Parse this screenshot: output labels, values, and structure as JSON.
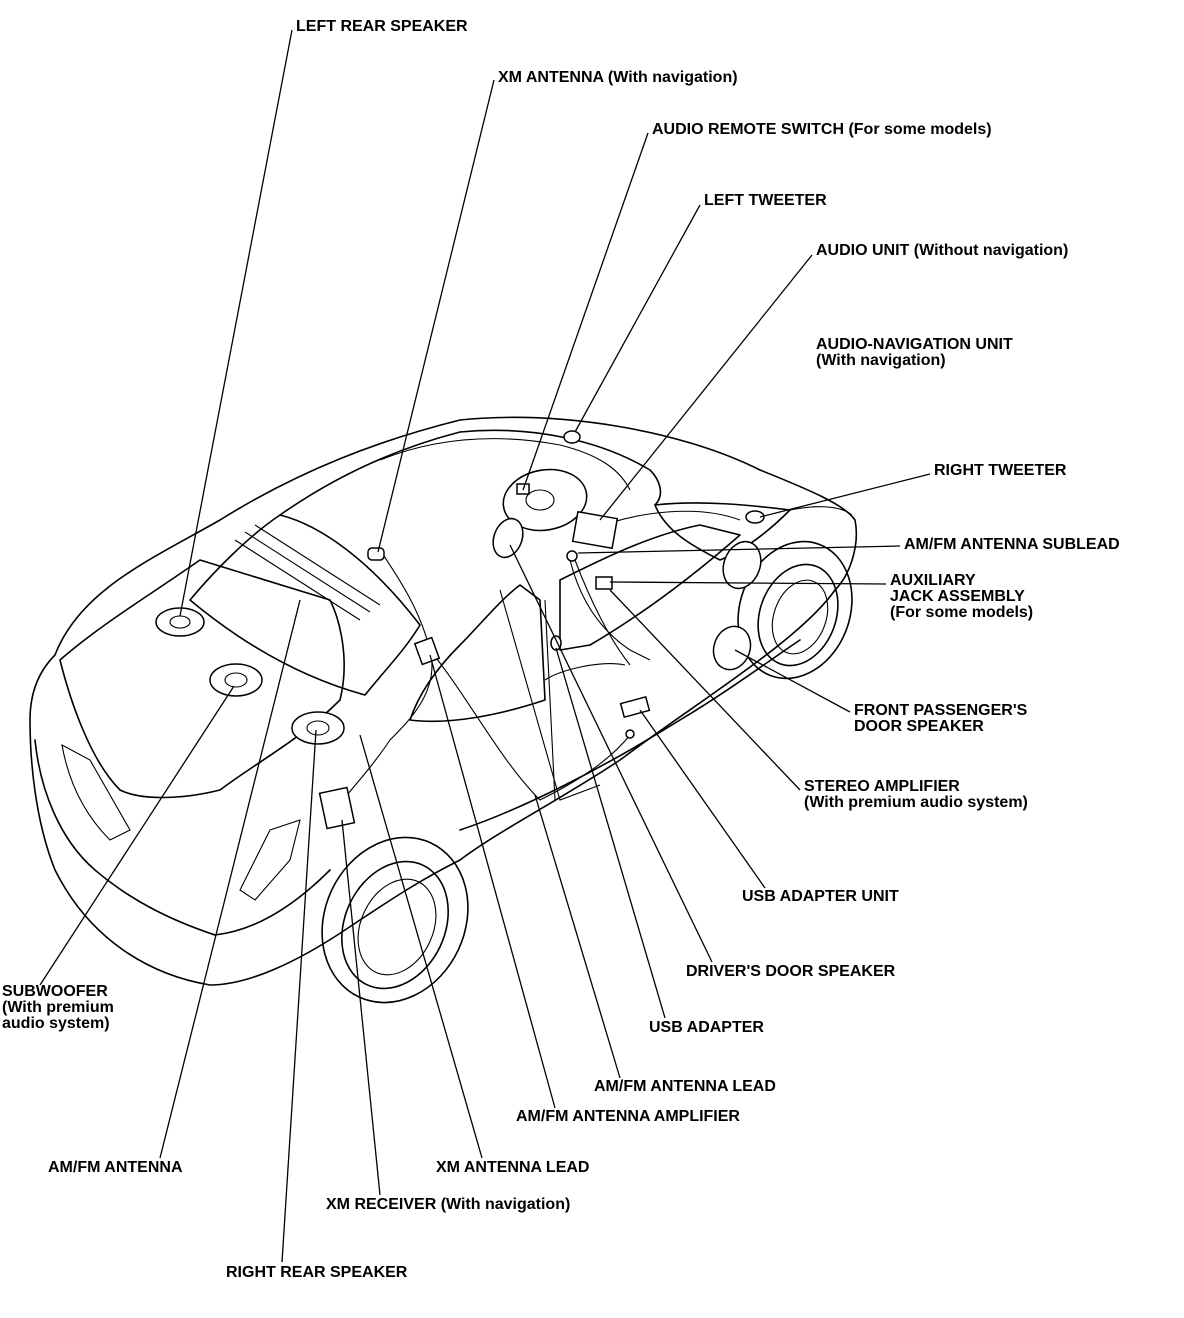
{
  "labels": {
    "left_rear_speaker": [
      "LEFT REAR SPEAKER"
    ],
    "xm_antenna": [
      "XM ANTENNA (With navigation)"
    ],
    "audio_remote_switch": [
      "AUDIO REMOTE SWITCH (For some models)"
    ],
    "left_tweeter": [
      "LEFT TWEETER"
    ],
    "audio_unit": [
      "AUDIO UNIT (Without navigation)"
    ],
    "audio_navigation_unit": [
      "AUDIO-NAVIGATION UNIT",
      "(With navigation)"
    ],
    "right_tweeter": [
      "RIGHT TWEETER"
    ],
    "am_fm_antenna_sublead": [
      "AM/FM ANTENNA SUBLEAD"
    ],
    "auxiliary_jack_assembly": [
      "AUXILIARY",
      "JACK ASSEMBLY",
      "(For some models)"
    ],
    "front_passengers_door_speaker": [
      "FRONT PASSENGER'S",
      "DOOR SPEAKER"
    ],
    "stereo_amplifier": [
      "STEREO AMPLIFIER",
      "(With premium audio system)"
    ],
    "usb_adapter_unit": [
      "USB ADAPTER UNIT"
    ],
    "drivers_door_speaker": [
      "DRIVER'S DOOR SPEAKER"
    ],
    "usb_adapter": [
      "USB ADAPTER"
    ],
    "am_fm_antenna_lead": [
      "AM/FM ANTENNA LEAD"
    ],
    "am_fm_antenna_amplifier": [
      "AM/FM ANTENNA AMPLIFIER"
    ],
    "xm_antenna_lead": [
      "XM ANTENNA LEAD"
    ],
    "xm_receiver": [
      "XM RECEIVER (With navigation)"
    ],
    "am_fm_antenna": [
      "AM/FM ANTENNA"
    ],
    "right_rear_speaker": [
      "RIGHT REAR SPEAKER"
    ],
    "subwoofer": [
      "SUBWOOFER",
      "(With premium",
      "audio system)"
    ]
  }
}
